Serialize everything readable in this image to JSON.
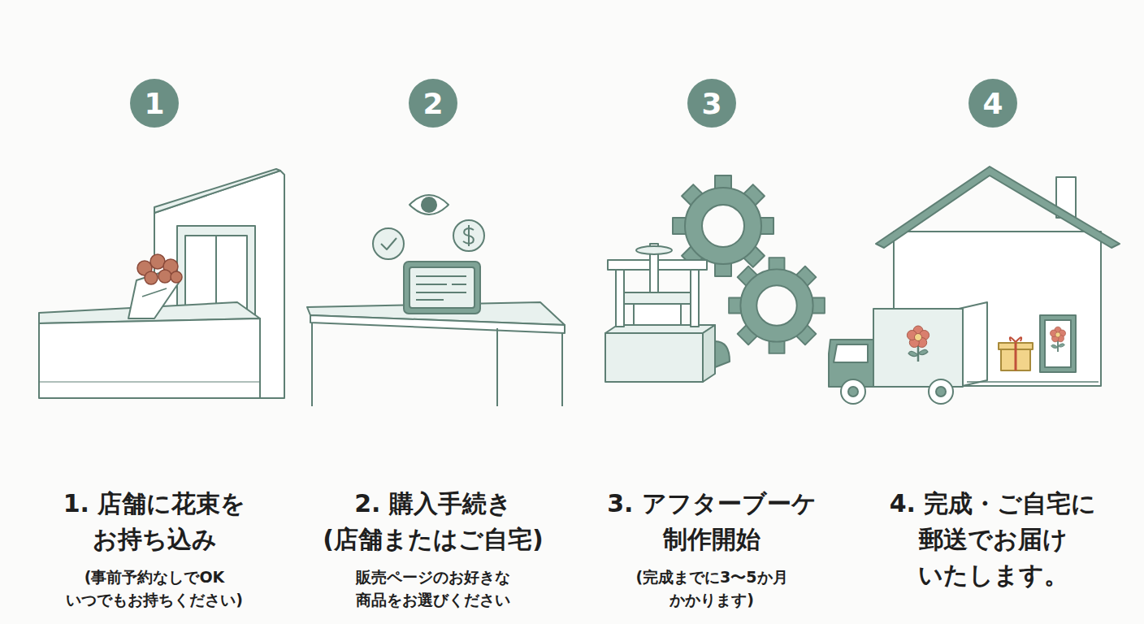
{
  "diagram": {
    "nodes": [
      {
        "text": [
          "1"
        ]
      },
      {
        "text": [
          "2"
        ]
      },
      {
        "text": [
          "3"
        ]
      },
      {
        "text": [
          "4"
        ]
      }
    ],
    "labels": [
      "1. 店舗に花束を お持ち込み",
      "(事前予約なしでOK いつでもお持ちください)",
      "2. 購入手続き (店舗またはご自宅)",
      "販売ページのお好きな 商品をお選びください",
      "3. アフターブーケ 制作開始",
      "(完成までに3〜5か月 かかります)",
      "4. 完成・ご自宅に 郵送でお届け いたします。"
    ]
  }
}
